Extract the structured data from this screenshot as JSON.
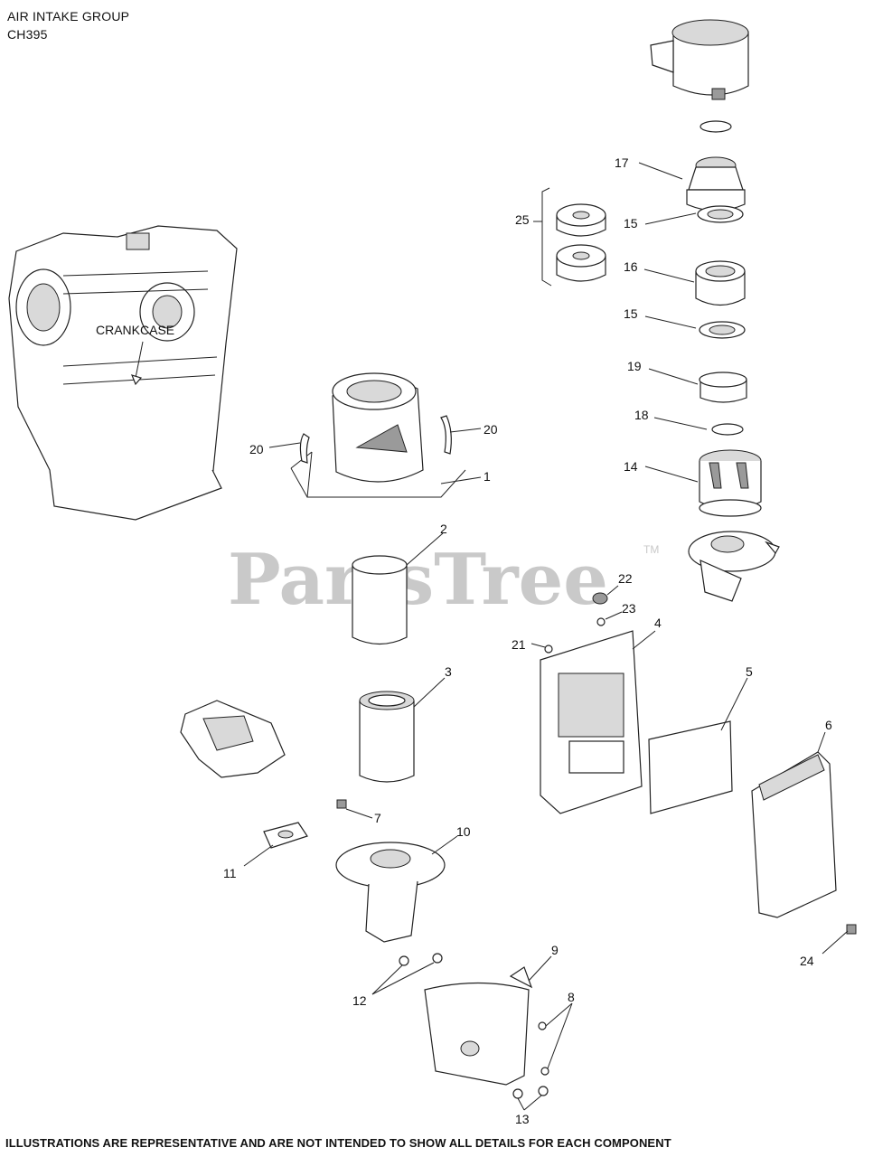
{
  "header": {
    "title": "AIR INTAKE GROUP",
    "model": "CH395"
  },
  "watermark": {
    "text": "PartsTree",
    "tm": "TM"
  },
  "callouts": {
    "crankcase": "CRANKCASE",
    "c1": "1",
    "c2": "2",
    "c3": "3",
    "c4": "4",
    "c5": "5",
    "c6": "6",
    "c7": "7",
    "c8": "8",
    "c9": "9",
    "c10": "10",
    "c11": "11",
    "c12": "12",
    "c13": "13",
    "c14": "14",
    "c15a": "15",
    "c15b": "15",
    "c16": "16",
    "c17": "17",
    "c18": "18",
    "c19": "19",
    "c20a": "20",
    "c20b": "20",
    "c21": "21",
    "c22": "22",
    "c23": "23",
    "c24": "24",
    "c25": "25"
  },
  "footer": {
    "disclaimer": "ILLUSTRATIONS ARE REPRESENTATIVE AND ARE NOT INTENDED TO SHOW ALL DETAILS FOR EACH COMPONENT"
  }
}
